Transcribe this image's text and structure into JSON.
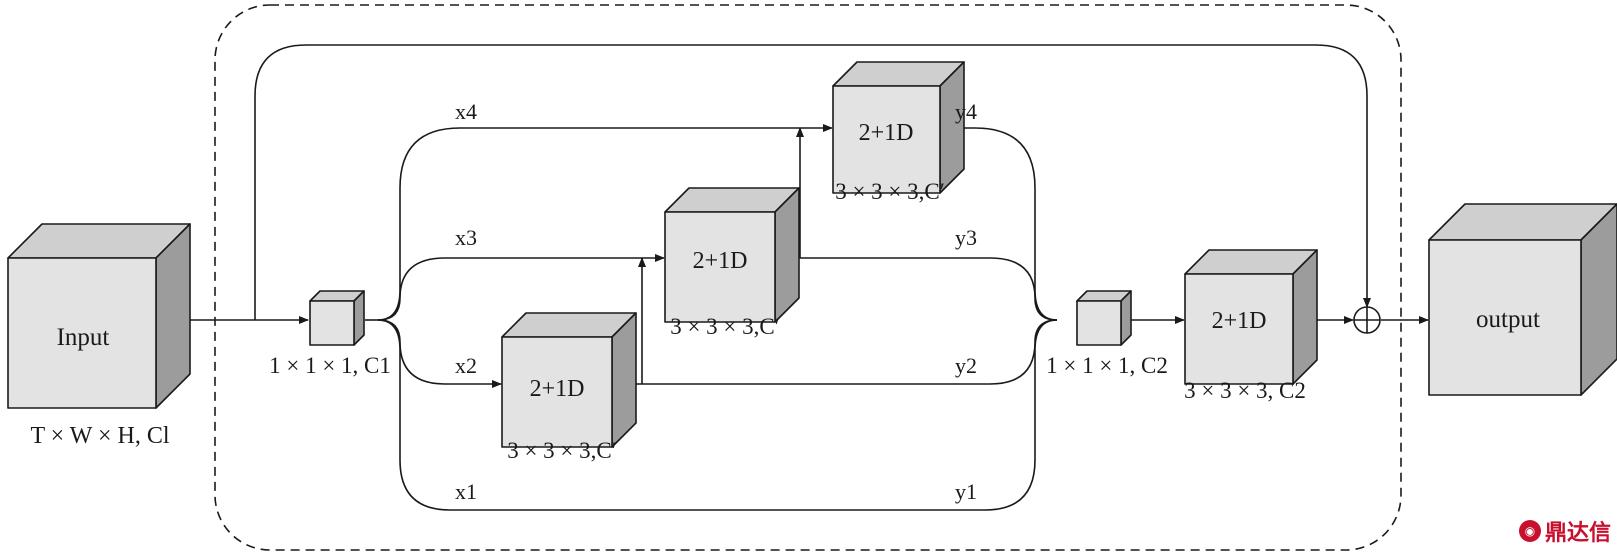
{
  "input_block": {
    "label": "Input",
    "caption": "T × W × H, Cl"
  },
  "conv_in": {
    "caption": "1 × 1 × 1, C1"
  },
  "conv_out": {
    "caption": "1 × 1 × 1, C2"
  },
  "block_x2": {
    "label": "2+1D",
    "caption": "3 × 3 × 3,C′"
  },
  "block_x3": {
    "label": "2+1D",
    "caption": "3 × 3 × 3,C′"
  },
  "block_x4": {
    "label": "2+1D",
    "caption": "3 × 3 × 3,C′"
  },
  "block_final": {
    "label": "2+1D",
    "caption": "3 × 3 × 3, C2"
  },
  "output_block": {
    "label": "output"
  },
  "split_labels": {
    "x1": "x1",
    "x2": "x2",
    "x3": "x3",
    "x4": "x4"
  },
  "merge_labels": {
    "y1": "y1",
    "y2": "y2",
    "y3": "y3",
    "y4": "y4"
  },
  "sum_symbol": "⊕",
  "watermark": {
    "text": "鼎达信",
    "icon": "dingdaxin-logo-icon"
  },
  "colors": {
    "cube_front": "#e3e3e3",
    "cube_top": "#cfcfcf",
    "cube_side": "#9c9c9c",
    "stroke": "#1a1a1a"
  }
}
